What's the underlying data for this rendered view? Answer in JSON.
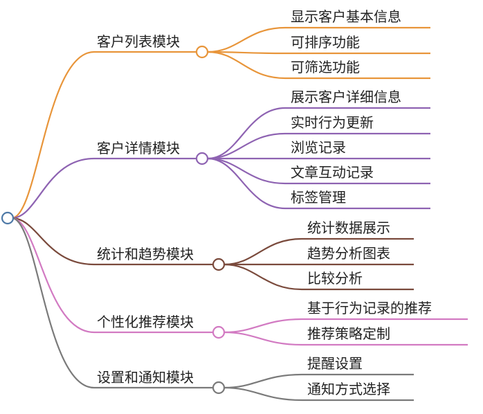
{
  "mindmap": {
    "branches": [
      {
        "label": "客户列表模块",
        "color": "#E8953A",
        "children": [
          "显示客户基本信息",
          "可排序功能",
          "可筛选功能"
        ]
      },
      {
        "label": "客户详情模块",
        "color": "#8E63B2",
        "children": [
          "展示客户详细信息",
          "实时行为更新",
          "浏览记录",
          "文章互动记录",
          "标签管理"
        ]
      },
      {
        "label": "统计和趋势模块",
        "color": "#7A4A3C",
        "children": [
          "统计数据展示",
          "趋势分析图表",
          "比较分析"
        ]
      },
      {
        "label": "个性化推荐模块",
        "color": "#D27AC2",
        "children": [
          "基于行为记录的推荐",
          "推荐策略定制"
        ]
      },
      {
        "label": "设置和通知模块",
        "color": "#7A7A7A",
        "children": [
          "提醒设置",
          "通知方式选择"
        ]
      }
    ],
    "root_color": "#4E79A7"
  }
}
